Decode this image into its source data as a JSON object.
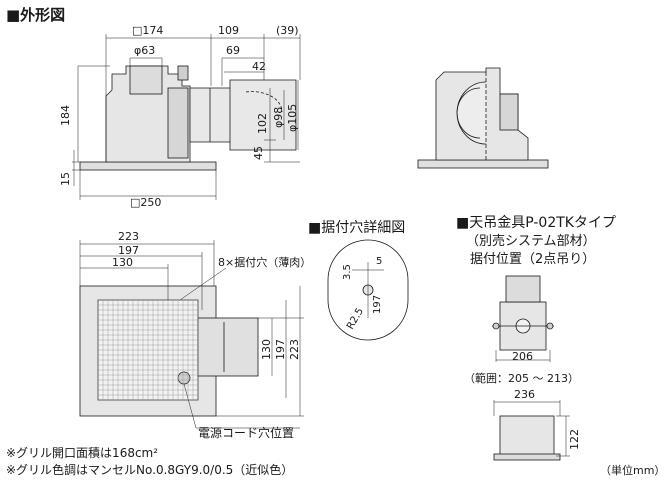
{
  "headings": {
    "outline": "■外形図",
    "mount_hole": "■据付穴詳細図",
    "hanger_line1": "■天吊金具P-02TKタイプ",
    "hanger_line2": "（別売システム部材）",
    "hanger_line3": "据付位置（2点吊り）"
  },
  "notes": {
    "grille_area": "※グリル開口面積は168cm²",
    "grille_color": "※グリル色調はマンセルNo.0.8GY9.0/0.5（近似色）",
    "unit": "（単位mm）"
  },
  "labels": {
    "cord_hole": "電源コード穴位置",
    "mount_holes": "8×据付穴（薄肉）"
  },
  "dims": {
    "side": {
      "width_top": "□174",
      "duct_len": "109",
      "duct_ext": "(39)",
      "pipe_dia": "φ63",
      "d69": "69",
      "d42": "42",
      "height": "184",
      "d102": "102",
      "dia98": "φ98",
      "dia105": "φ105",
      "d45": "45",
      "d15": "15",
      "width_bottom": "□250"
    },
    "plan": {
      "d223h": "223",
      "d197h": "197",
      "d130h": "130",
      "d130v": "130",
      "d197v": "197",
      "d223v": "223"
    },
    "hole": {
      "d35": "3.5",
      "d5": "5",
      "r25": "R2.5",
      "d197": "197"
    },
    "hanger": {
      "d206": "206",
      "range": "（範囲：205 ～ 213）",
      "d236": "236",
      "d122": "122"
    }
  },
  "colors": {
    "line": "#1a1a1a",
    "fill": "#e8e8e8",
    "fill_dark": "#cfcfcf"
  }
}
